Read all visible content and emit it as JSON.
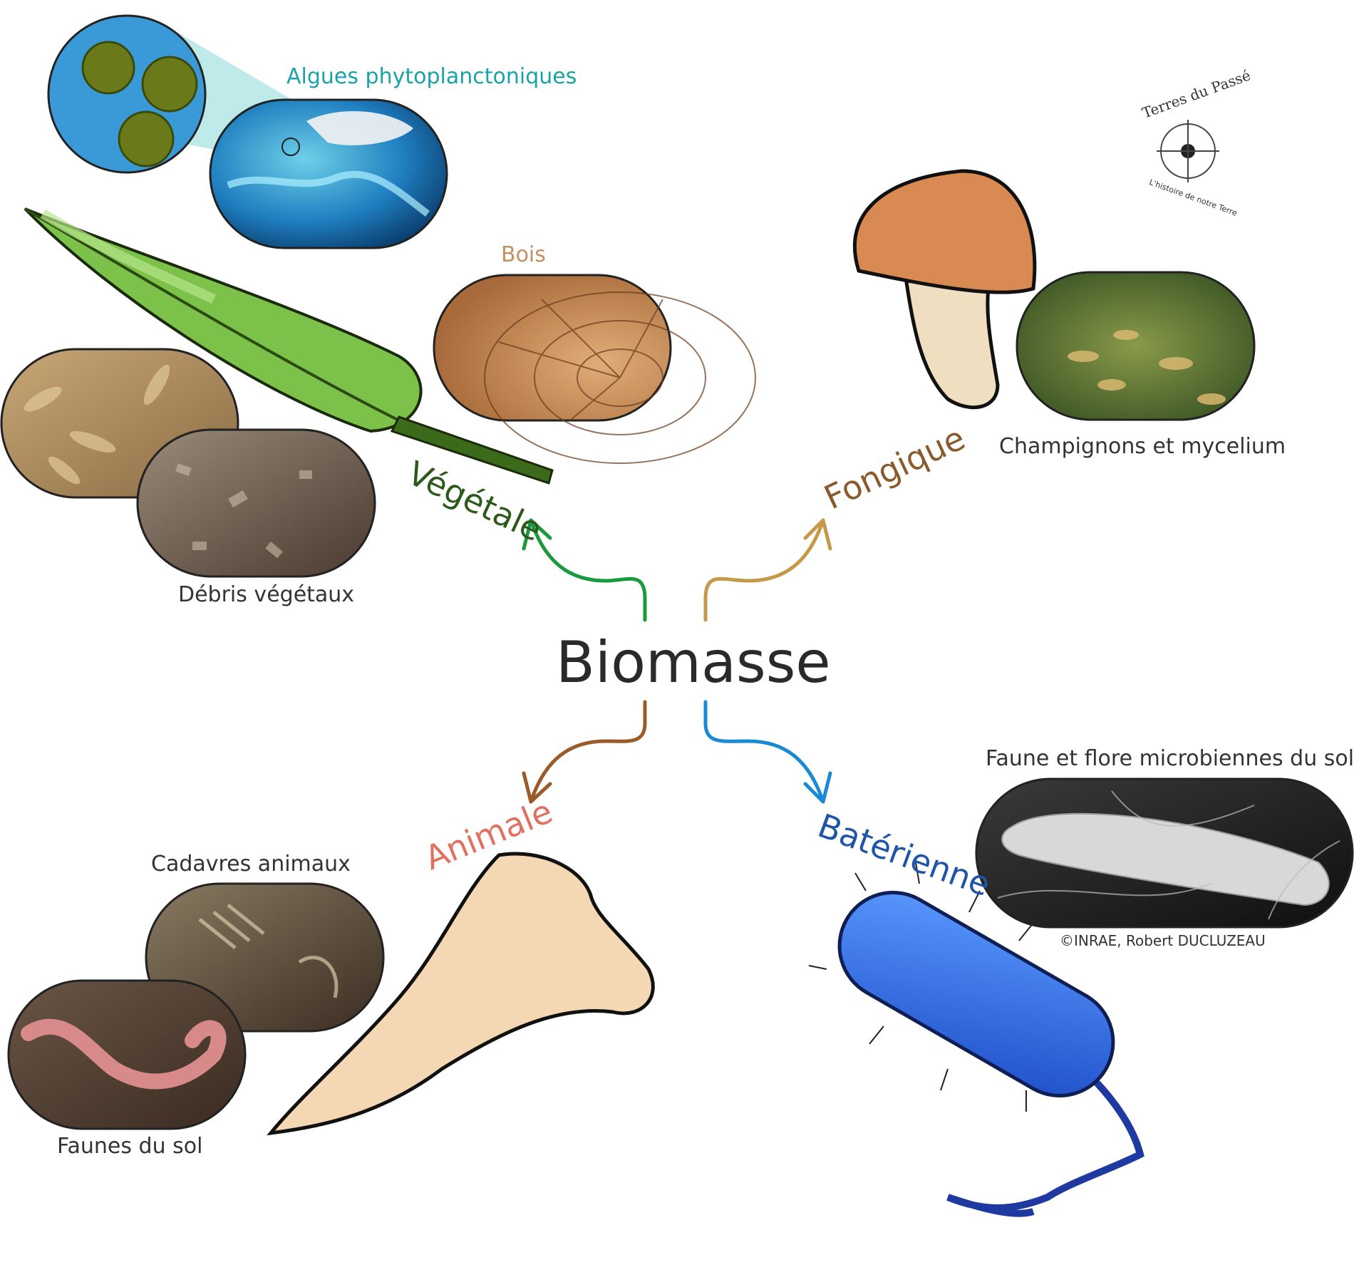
{
  "center": {
    "label": "Biomasse"
  },
  "categories": {
    "vegetale": {
      "label": "Végétale",
      "color": "#2d5a1b",
      "arrow_color": "#1a9a3e"
    },
    "fongique": {
      "label": "Fongique",
      "color": "#8a5a2c",
      "arrow_color": "#c49a4a"
    },
    "animale": {
      "label": "Animale",
      "color": "#e07060",
      "arrow_color": "#9a5a2a"
    },
    "bacterienne": {
      "label": "Batérienne",
      "color": "#1f55a8",
      "arrow_color": "#1a8ad4"
    }
  },
  "photos": {
    "algues": {
      "label": "Algues phytoplanctoniques",
      "color": "#1aa3a8"
    },
    "bois": {
      "label": "Bois",
      "color": "#c49060"
    },
    "debris": {
      "label": "Débris végétaux"
    },
    "champignons": {
      "label": "Champignons et mycelium"
    },
    "microbes": {
      "label": "Faune et flore microbiennes du sol"
    },
    "credit": {
      "label": "©INRAE, Robert DUCLUZEAU"
    },
    "cadavres": {
      "label": "Cadavres animaux"
    },
    "faunes": {
      "label": "Faunes du sol"
    }
  },
  "logo": {
    "text": "Terres du Passé",
    "tagline": "L'histoire de notre Terre"
  }
}
